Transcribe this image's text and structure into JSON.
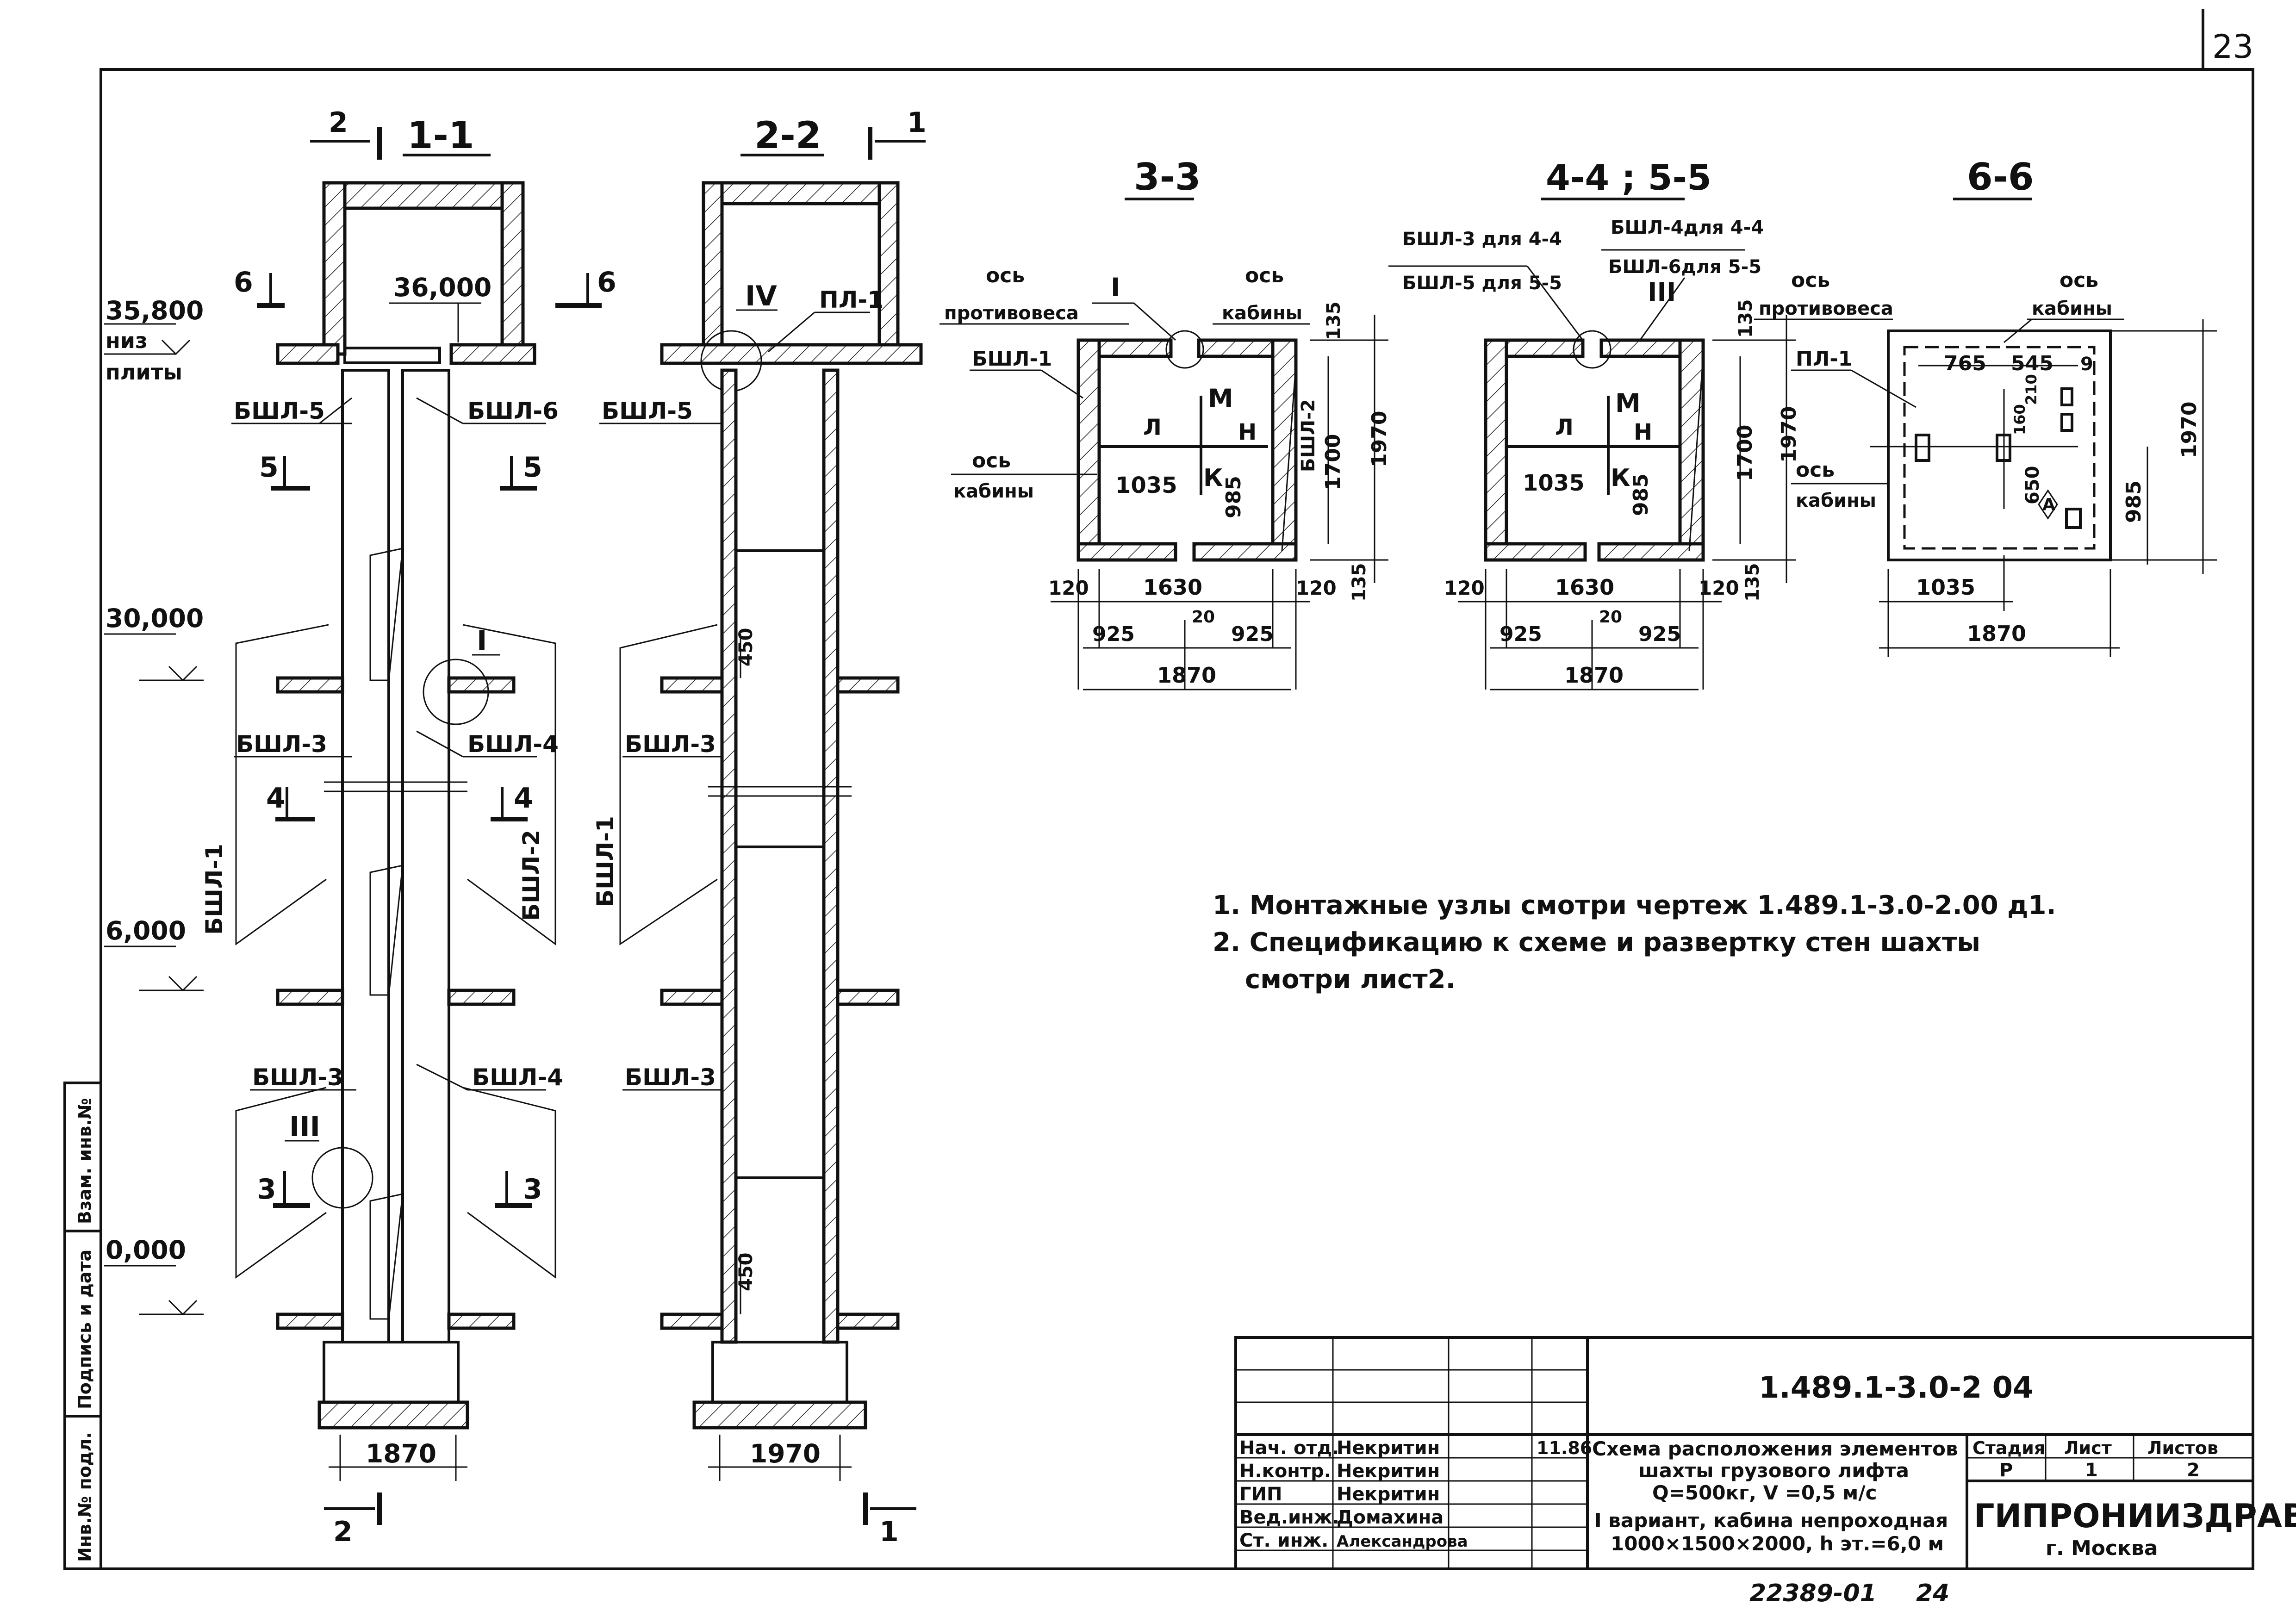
{
  "page": {
    "number": "23",
    "archive_no": "22389-01",
    "sheet_seq": "24"
  },
  "sections": {
    "s11": {
      "title": "1-1",
      "cut_mark_2": "2",
      "cut_mark_6l": "6",
      "cut_mark_6r": "6",
      "cut_5l": "5",
      "cut_5r": "5",
      "cut_4l": "4",
      "cut_4r": "4",
      "cut_3l": "3",
      "cut_3r": "3",
      "bottom_dim": "1870",
      "bottom_cut": "2"
    },
    "s22": {
      "title": "2-2",
      "cut_mark_1": "1",
      "bottom_dim": "1970",
      "bottom_cut": "1"
    },
    "s33": {
      "title": "3-3"
    },
    "s44": {
      "title": "4-4 ; 5-5"
    },
    "s66": {
      "title": "6-6"
    }
  },
  "levels": {
    "l358": "35,800",
    "l358_sub1": "низ",
    "l358_sub2": "плиты",
    "l36": "36,000",
    "l30": "30,000",
    "l6": "6,000",
    "l0": "0,000"
  },
  "labels": {
    "bshl1": "БШЛ-1",
    "bshl2": "БШЛ-2",
    "bshl3": "БШЛ-3",
    "bshl4": "БШЛ-4",
    "bshl5": "БШЛ-5",
    "bshl6": "БШЛ-6",
    "pl1": "ПЛ-1",
    "node1": "I",
    "node3": "III",
    "node4": "IV",
    "axis_cw": "ось",
    "axis_cw2": "противовеса",
    "axis_cab": "ось",
    "axis_cab2": "кабины",
    "bshl3_44": "БШЛ-3 для 4-4",
    "bshl5_55": "БШЛ-5 для 5-5",
    "bshl4_44": "БШЛ-4для 4-4",
    "bshl6_55": "БШЛ-6для 5-5",
    "L": "Л",
    "M": "М",
    "N": "Н",
    "K": "К",
    "A": "А"
  },
  "dims": {
    "d1035": "1035",
    "d985": "985",
    "d1700": "1700",
    "d1970": "1970",
    "d135": "135",
    "d120": "120",
    "d1630": "1630",
    "d925": "925",
    "d20": "20",
    "d1870": "1870",
    "d765": "765",
    "d545": "545",
    "d9": "9",
    "d650": "650",
    "d160": "160",
    "d210": "210",
    "d450": "450"
  },
  "notes": {
    "n1": "1. Монтажные узлы смотри чертеж 1.489.1-3.0-2.00 д1.",
    "n2a": "2. Спецификацию к схеме и развертку стен шахты",
    "n2b": "смотри лист2."
  },
  "stamp": {
    "doc_code": "1.489.1-3.0-2 04",
    "roles": [
      "Нач. отд.",
      "Н.контр.",
      "ГИП",
      "Вед.инж.",
      "Ст. инж."
    ],
    "names": [
      "Некритин",
      "Некритин",
      "Некритин",
      "Домахина",
      "Александрова"
    ],
    "date": "11.86",
    "title1": "Схема расположения элементов",
    "title2": "шахты грузового лифта",
    "title3": "Q=500кг, V =0,5 м/с",
    "title4": "I вариант, кабина непроходная",
    "title5": "1000×1500×2000, h эт.=6,0 м",
    "stage_h": "Стадия",
    "sheet_h": "Лист",
    "sheets_h": "Листов",
    "stage": "Р",
    "sheet": "1",
    "sheets": "2",
    "org": "ГИПРОНИИЗДРАВ",
    "city": "г. Москва"
  },
  "side_stamp": [
    "Инв.№ подл.",
    "Подпись и дата",
    "Взам. инв.№"
  ]
}
